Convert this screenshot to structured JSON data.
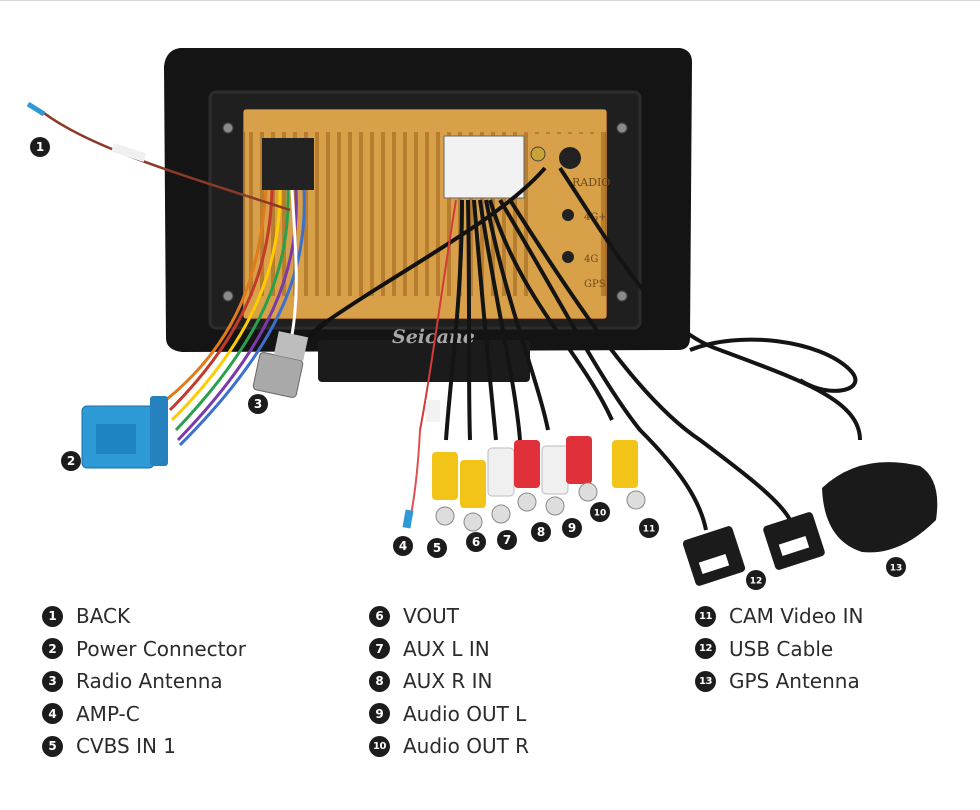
{
  "watermark": "Seicane",
  "unit_labels": {
    "radio": "RADIO",
    "fourg": "4G+",
    "fourg2": "4G",
    "gps": "GPS"
  },
  "legend": {
    "col1": [
      {
        "num": "1",
        "label": "BACK"
      },
      {
        "num": "2",
        "label": "Power Connector"
      },
      {
        "num": "3",
        "label": "Radio Antenna"
      },
      {
        "num": "4",
        "label": "AMP-C"
      },
      {
        "num": "5",
        "label": "CVBS IN 1"
      }
    ],
    "col2": [
      {
        "num": "6",
        "label": "VOUT"
      },
      {
        "num": "7",
        "label": "AUX L IN"
      },
      {
        "num": "8",
        "label": "AUX R IN"
      },
      {
        "num": "9",
        "label": "Audio OUT L"
      },
      {
        "num": "10",
        "label": "Audio OUT R"
      }
    ],
    "col3": [
      {
        "num": "11",
        "label": "CAM Video IN"
      },
      {
        "num": "12",
        "label": "USB Cable"
      },
      {
        "num": "13",
        "label": "GPS Antenna"
      }
    ]
  },
  "markers": [
    "1",
    "2",
    "3",
    "4",
    "5",
    "6",
    "7",
    "8",
    "9",
    "10",
    "11",
    "12",
    "13"
  ],
  "colors": {
    "housing": "#141414",
    "board": "#d9a04a",
    "badge": "#1c1c1c",
    "rca_yellow": "#f2c418",
    "rca_red": "#e0303a",
    "rca_white": "#f0f0f0",
    "connector_blue": "#2d9ad6"
  }
}
